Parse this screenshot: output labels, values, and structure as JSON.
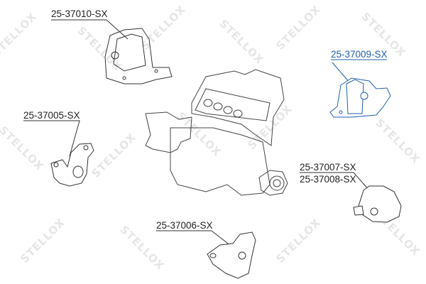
{
  "watermark": {
    "text": "STELLOX",
    "color": "#e6e6e6"
  },
  "highlight_color": "#1f5fae",
  "parts": [
    {
      "id": "p1",
      "label": "25-37010-SX",
      "highlighted": false
    },
    {
      "id": "p2",
      "label": "25-37009-SX",
      "highlighted": true
    },
    {
      "id": "p3",
      "label": "25-37005-SX",
      "highlighted": false
    },
    {
      "id": "p4",
      "label": "25-37007-SX",
      "highlighted": false
    },
    {
      "id": "p5",
      "label": "25-37008-SX",
      "highlighted": false
    },
    {
      "id": "p6",
      "label": "25-37006-SX",
      "highlighted": false
    }
  ],
  "center": {
    "name": "engine-illustration"
  }
}
